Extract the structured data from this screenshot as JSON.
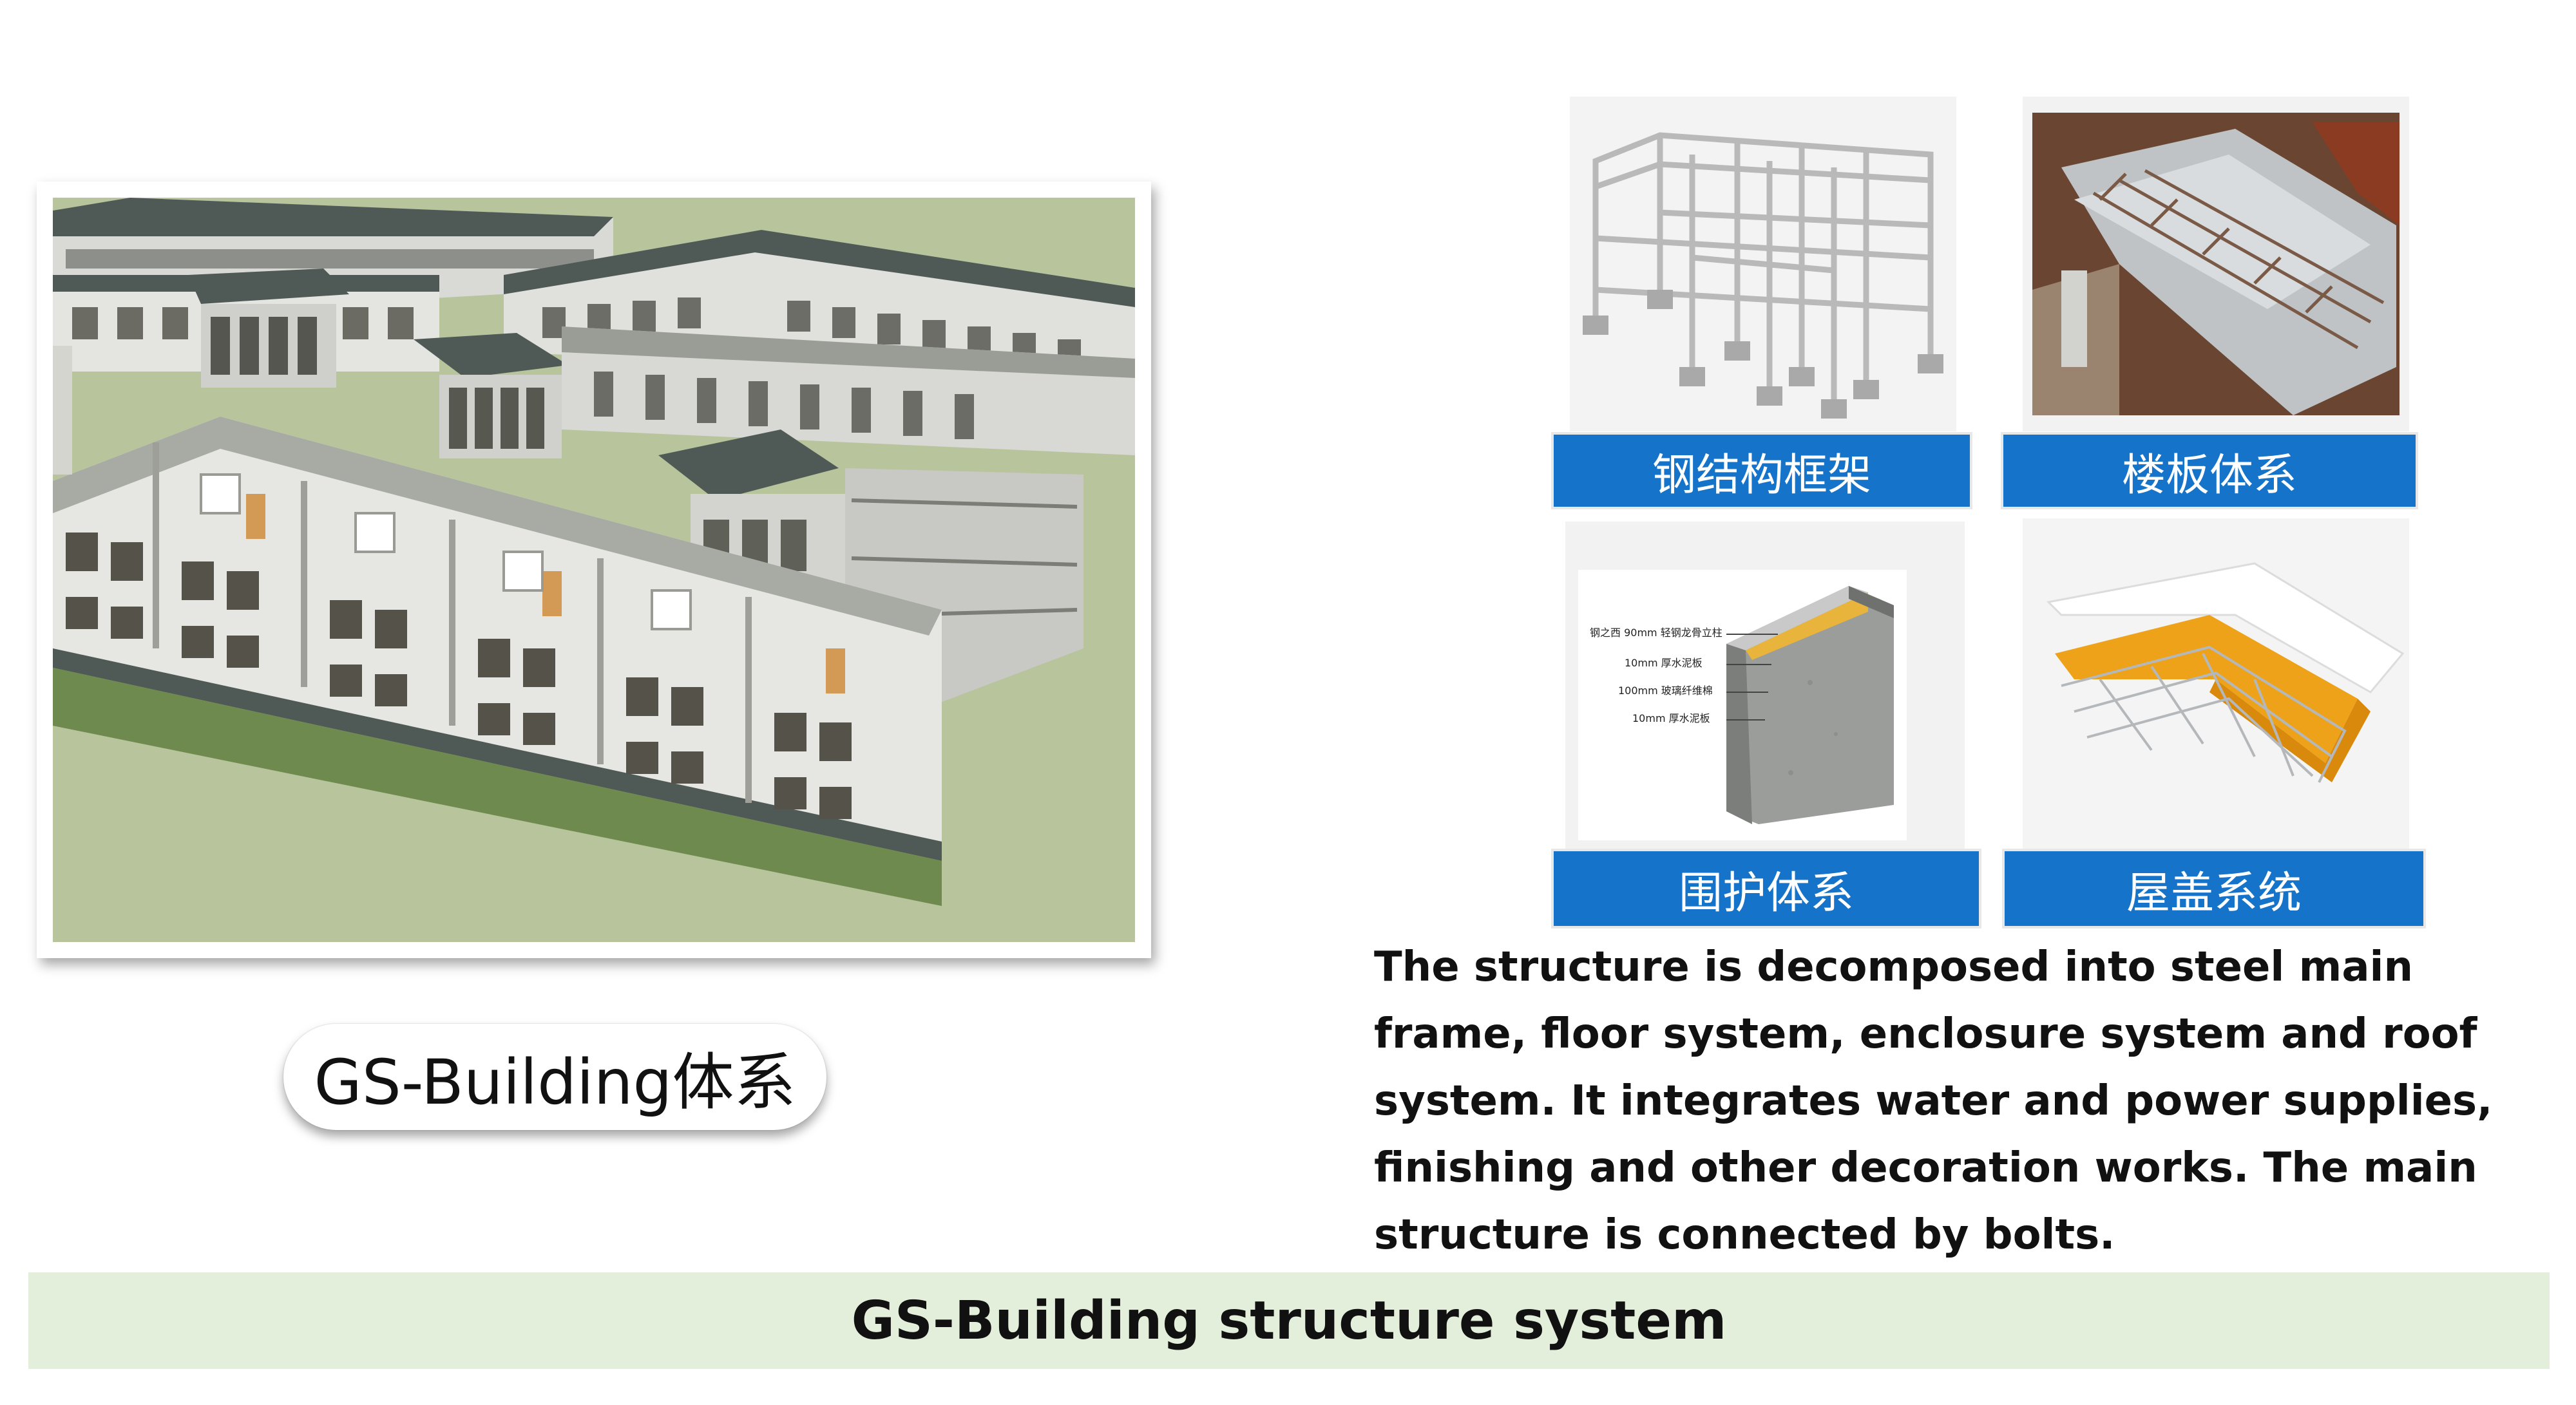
{
  "main_image": {
    "caption": "GS-Building体系"
  },
  "tiles": [
    {
      "label": "钢结构框架",
      "image": "steel-frame"
    },
    {
      "label": "楼板体系",
      "image": "floor-deck"
    },
    {
      "label": "围护体系",
      "image": "wall-section"
    },
    {
      "label": "屋盖系统",
      "image": "roof-layers"
    }
  ],
  "wall_section_notes": [
    "钢之西 90mm 轻钢龙骨立柱",
    "10mm 厚水泥板",
    "100mm 玻璃纤维棉",
    "10mm 厚水泥板"
  ],
  "description": "The structure is decomposed into steel main frame, floor system, enclosure system and roof system. It integrates water and power supplies, finishing and other decoration works. The main structure is connected by bolts.",
  "footer": {
    "title": "GS-Building structure system"
  },
  "colors": {
    "label_blue": "#1573c9",
    "footer_band": "#e3eedb",
    "ground_green": "#b7c49a",
    "roof_dark": "#4f5a57",
    "insulation_yellow": "#e8b43c",
    "roof_orange": "#eea21a"
  }
}
